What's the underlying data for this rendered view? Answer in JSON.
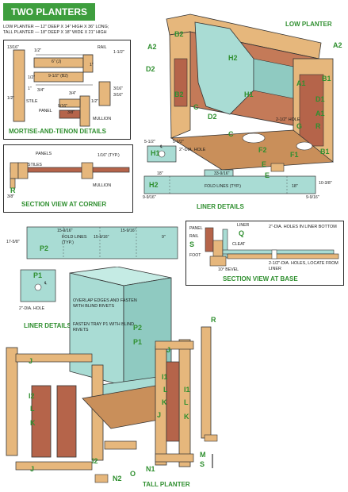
{
  "header": {
    "title": "TWO PLANTERS",
    "low_spec": "LOW PLANTER — 12\" DEEP X 14\" HIGH X 36\" LONG;",
    "tall_spec": "TALL PLANTER — 18\" DEEP X 18\" WIDE X 21\" HIGH"
  },
  "captions": {
    "low_planter": "LOW PLANTER",
    "mortise": "MORTISE-AND-TENON DETAILS",
    "corner": "SECTION VIEW AT CORNER",
    "liner": "LINER DETAILS",
    "base": "SECTION VIEW AT BASE",
    "liner_p": "LINER DETAILS",
    "tall": "TALL PLANTER"
  },
  "mortise": {
    "dims": [
      "13/16\"",
      "1/2\"",
      "1\"",
      "6\" (J)",
      "9-1/2\" (B2)",
      "1/2\"",
      "3/4\"",
      "1\"",
      "3/4\"",
      "9/16\"",
      "3/8\"",
      "1/2\"",
      "1/2\"",
      "3/16\"",
      "3/16\"",
      "1-1/2\""
    ],
    "labels": [
      "RAIL",
      "STILE",
      "PANEL",
      "MULLION"
    ]
  },
  "corner": {
    "labels": [
      "PANELS",
      "STILES",
      "MULLION",
      "1/16\" (TYP.)"
    ],
    "part": "R",
    "dim": "3/8\""
  },
  "low_parts": [
    "A2",
    "B2",
    "D2",
    "B2",
    "H2",
    "H1",
    "A2",
    "A1",
    "B1",
    "D1",
    "A1",
    "R",
    "C",
    "D2",
    "C",
    "G",
    "F2",
    "F1",
    "B1",
    "E"
  ],
  "low_note": "2-1/2\" HOLE",
  "liner_low": {
    "h1": "H1",
    "h1_dims": [
      "5-1/2\"",
      "5-1/2\""
    ],
    "h1_hole": "2\"-DIA. HOLE",
    "e": "E",
    "h2": "H2",
    "h2_dims": [
      "18\"",
      "33-9/16\"",
      "18\""
    ],
    "fold": "FOLD LINES (TYP.)",
    "bottom_dims": [
      "9-9/16\"",
      "9-9/16\""
    ],
    "side_dim": "10-3/8\"",
    "cl": "℄"
  },
  "base": {
    "labels": [
      "PANEL",
      "RAIL",
      "S",
      "FOOT",
      "LINER",
      "Q",
      "CLEAT",
      "10° BEVEL"
    ],
    "note1": "2\"-DIA. HOLES IN LINER BOTTOM",
    "note2": "2-1/2\"-DIA. HOLES, LOCATE FROM LINER"
  },
  "p2": {
    "part": "P2",
    "dims": [
      "15-9/16\"",
      "15-9/16\"",
      "15-9/16\"",
      "9\""
    ],
    "fold": "FOLD LINES (TYP.)",
    "height": "17-5/8\""
  },
  "p1": {
    "part": "P1",
    "hole": "2\"-DIA. HOLE",
    "cl": "℄"
  },
  "tall_notes": {
    "overlap": "OVERLAP EDGES AND FASTEN WITH BLIND RIVETS",
    "fasten": "FASTEN TRAY P1 WITH BLIND RIVETS"
  },
  "tall_parts": [
    "P2",
    "P1",
    "R",
    "J",
    "J",
    "I2",
    "L",
    "K",
    "I1",
    "L",
    "K",
    "I1",
    "L",
    "K",
    "J",
    "O",
    "I2",
    "N2",
    "N1",
    "J",
    "M",
    "S"
  ],
  "colors": {
    "wood": "#e6b77c",
    "panel": "#b5644a",
    "liner": "#a9dcd4",
    "green": "#2f8f2f",
    "banner": "#3e9e3e"
  }
}
